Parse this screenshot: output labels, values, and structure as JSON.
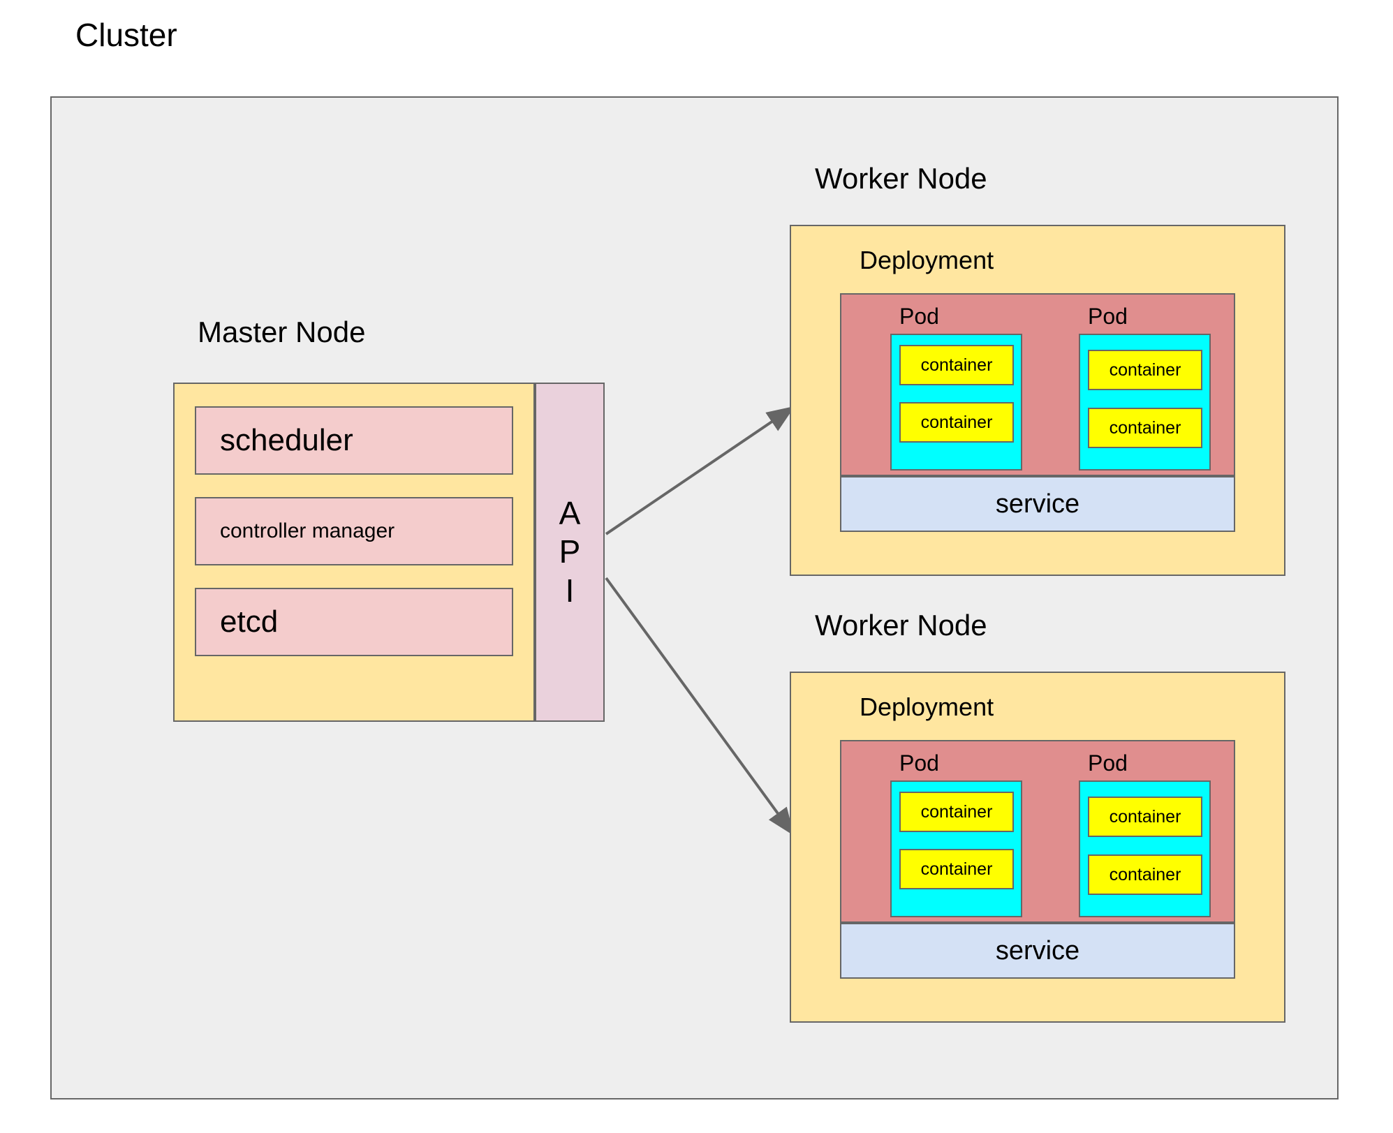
{
  "diagram": {
    "title": "Cluster",
    "type": "kubernetes-architecture"
  },
  "master_node": {
    "title": "Master Node",
    "components": [
      {
        "label": "scheduler",
        "size": "big"
      },
      {
        "label": "controller manager",
        "size": "small"
      },
      {
        "label": "etcd",
        "size": "big"
      }
    ],
    "api": {
      "letters": [
        "A",
        "P",
        "I"
      ],
      "label": "API"
    }
  },
  "worker_nodes": [
    {
      "title": "Worker Node",
      "deployment_label": "Deployment",
      "pods": [
        {
          "label": "Pod",
          "containers": [
            "container",
            "container"
          ]
        },
        {
          "label": "Pod",
          "containers": [
            "container",
            "container"
          ]
        }
      ],
      "service_label": "service"
    },
    {
      "title": "Worker Node",
      "deployment_label": "Deployment",
      "pods": [
        {
          "label": "Pod",
          "containers": [
            "container",
            "container"
          ]
        },
        {
          "label": "Pod",
          "containers": [
            "container",
            "container"
          ]
        }
      ],
      "service_label": "service"
    }
  ],
  "colors": {
    "cluster_bg": "#eeeeee",
    "node_bg": "#ffe6a0",
    "component_bg": "#f4cccc",
    "api_bg": "#ead1dc",
    "pod_bg": "#e08e8e",
    "pod_inner_bg": "#00ffff",
    "container_bg": "#ffff00",
    "service_bg": "#d4e1f5",
    "stroke": "#666666"
  },
  "connections": [
    {
      "from": "API",
      "to": "Worker Node 1",
      "style": "arrow"
    },
    {
      "from": "API",
      "to": "Worker Node 2",
      "style": "arrow"
    }
  ]
}
